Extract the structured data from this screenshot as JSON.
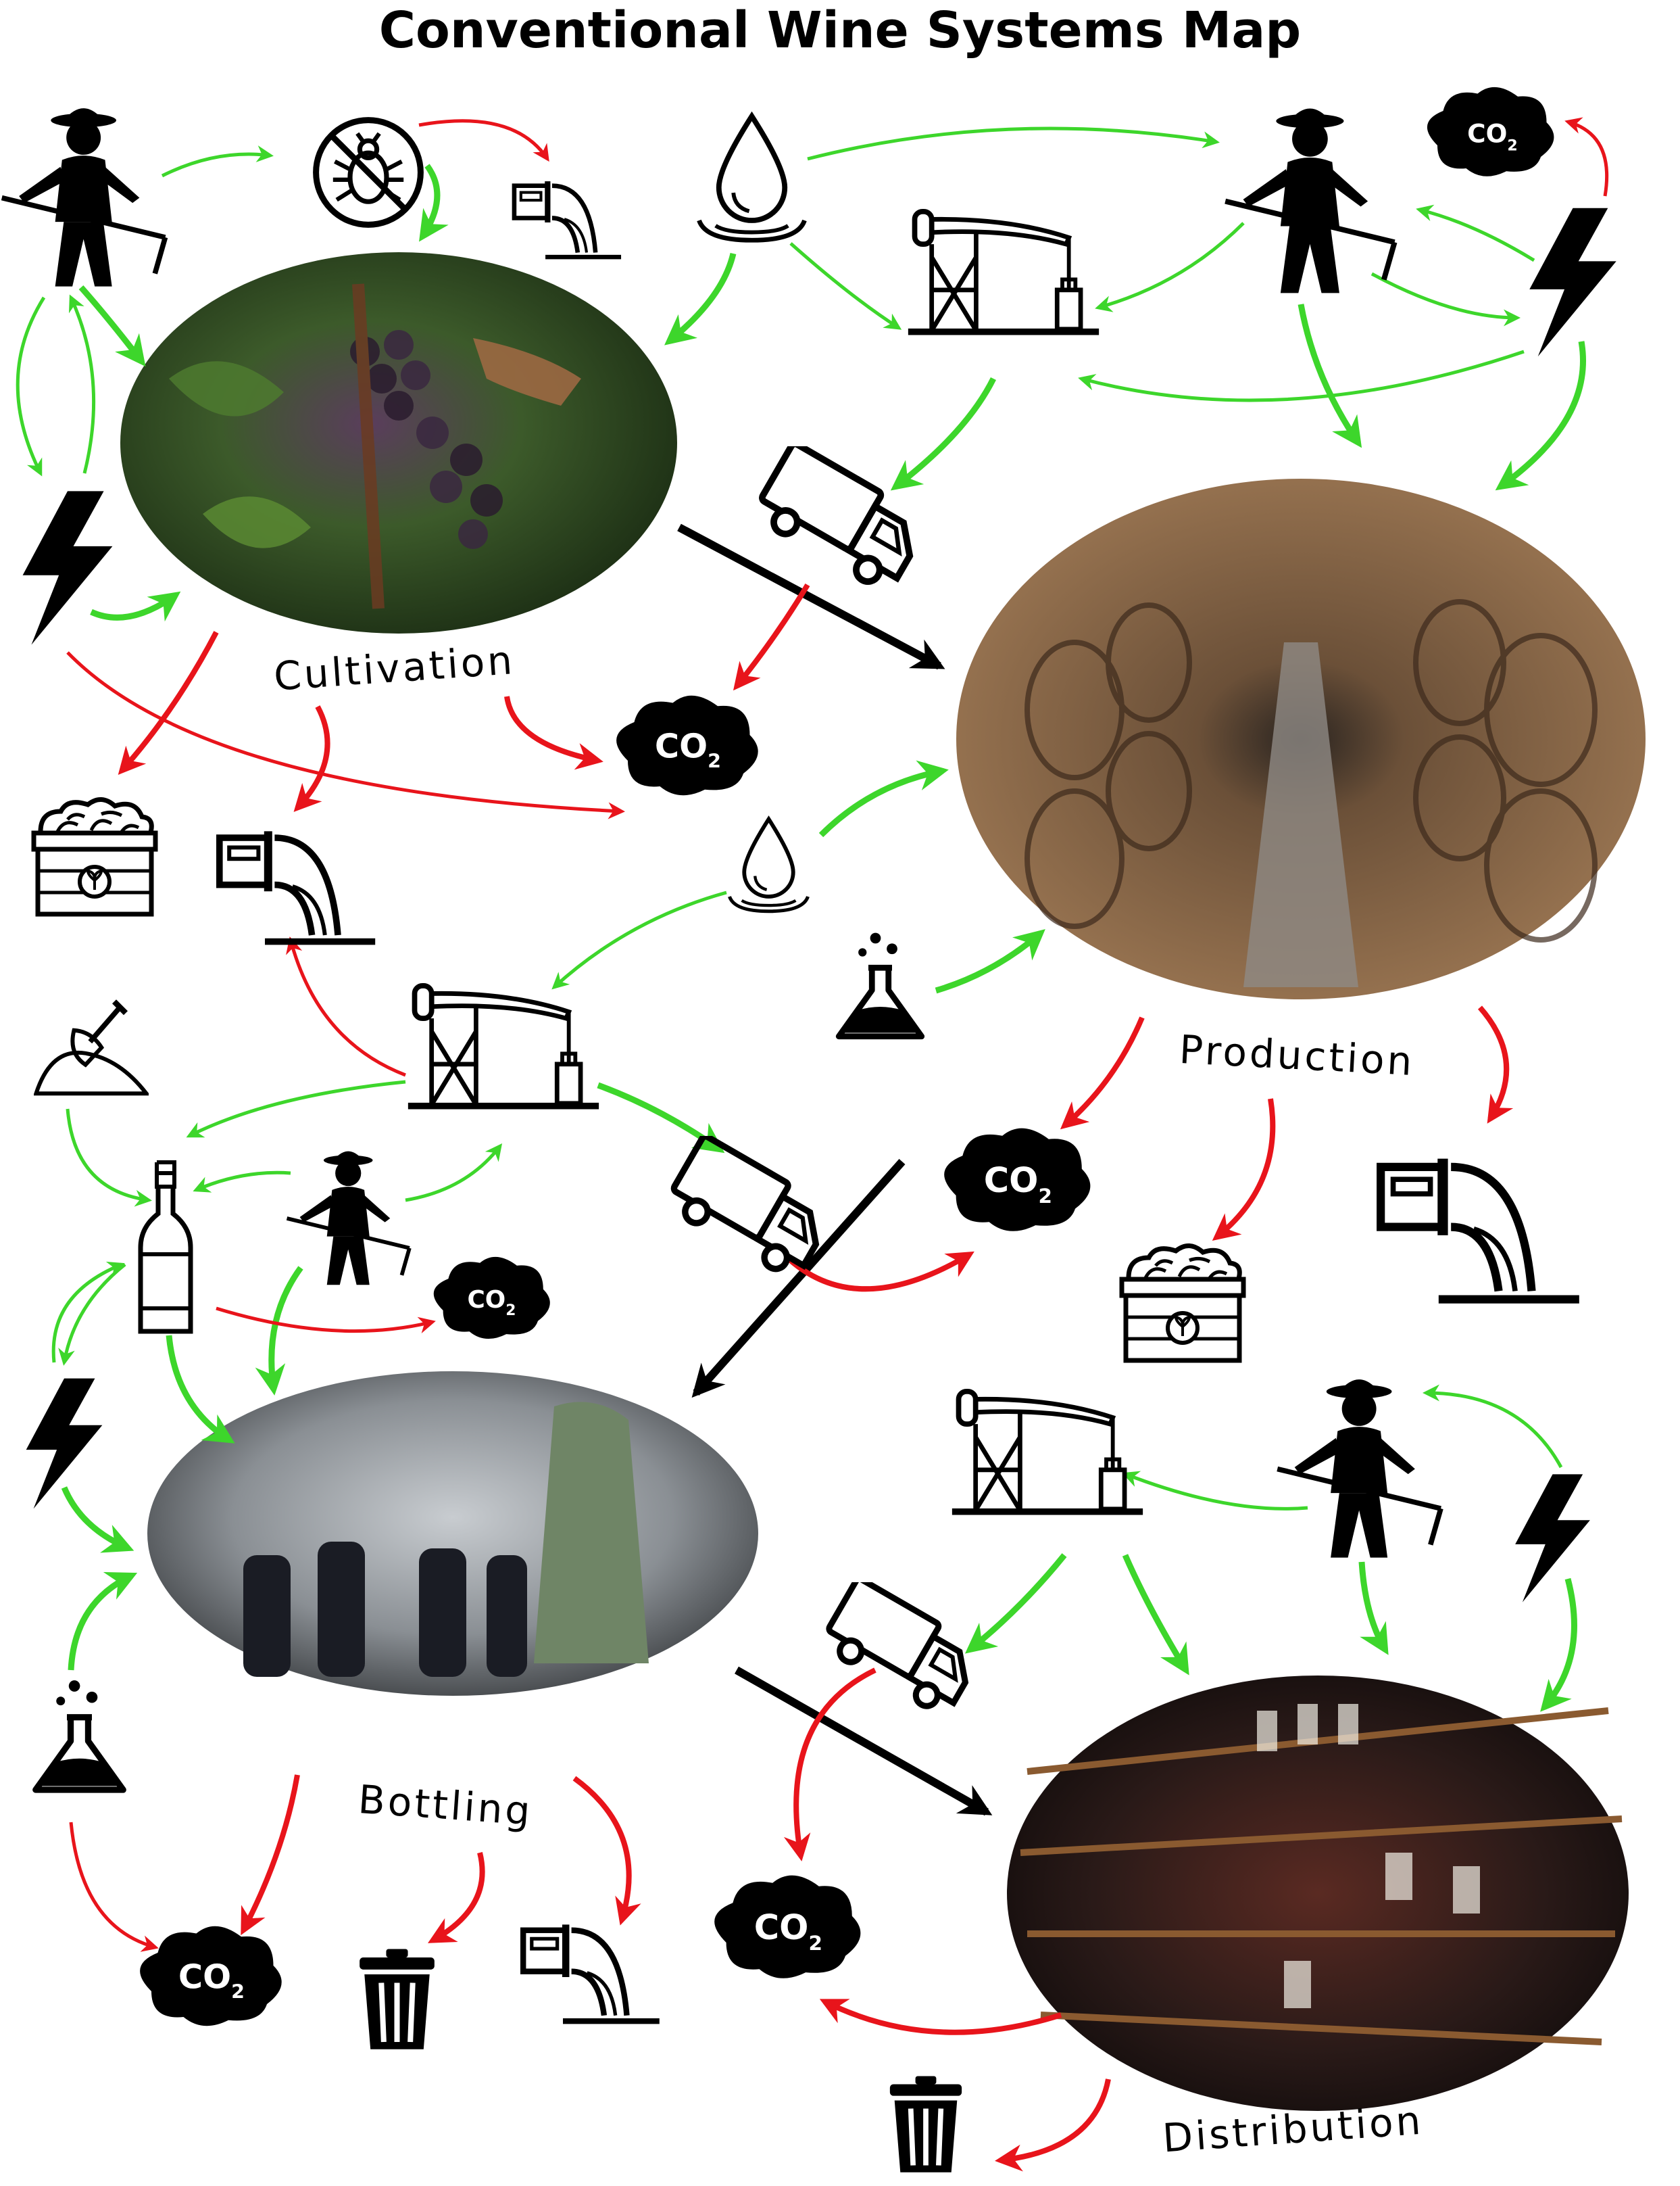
{
  "title": "Conventional Wine Systems Map",
  "stages": {
    "cultivation": "Cultivation",
    "production": "Production",
    "bottling": "Bottling",
    "distribution": "Distribution"
  },
  "co2_label": "CO",
  "co2_sub": "2",
  "colors": {
    "input_arrow": "#3dd62b",
    "output_arrow": "#e8141b",
    "flow_arrow": "#000000"
  },
  "icons": [
    "farmer-icon",
    "no-pesticide-icon",
    "drain-pipe-icon",
    "water-drop-icon",
    "oil-pump-icon",
    "co2-cloud-icon",
    "lightning-icon",
    "truck-icon",
    "compost-crate-icon",
    "flask-icon",
    "shovel-icon",
    "bottle-icon",
    "trash-can-icon"
  ]
}
